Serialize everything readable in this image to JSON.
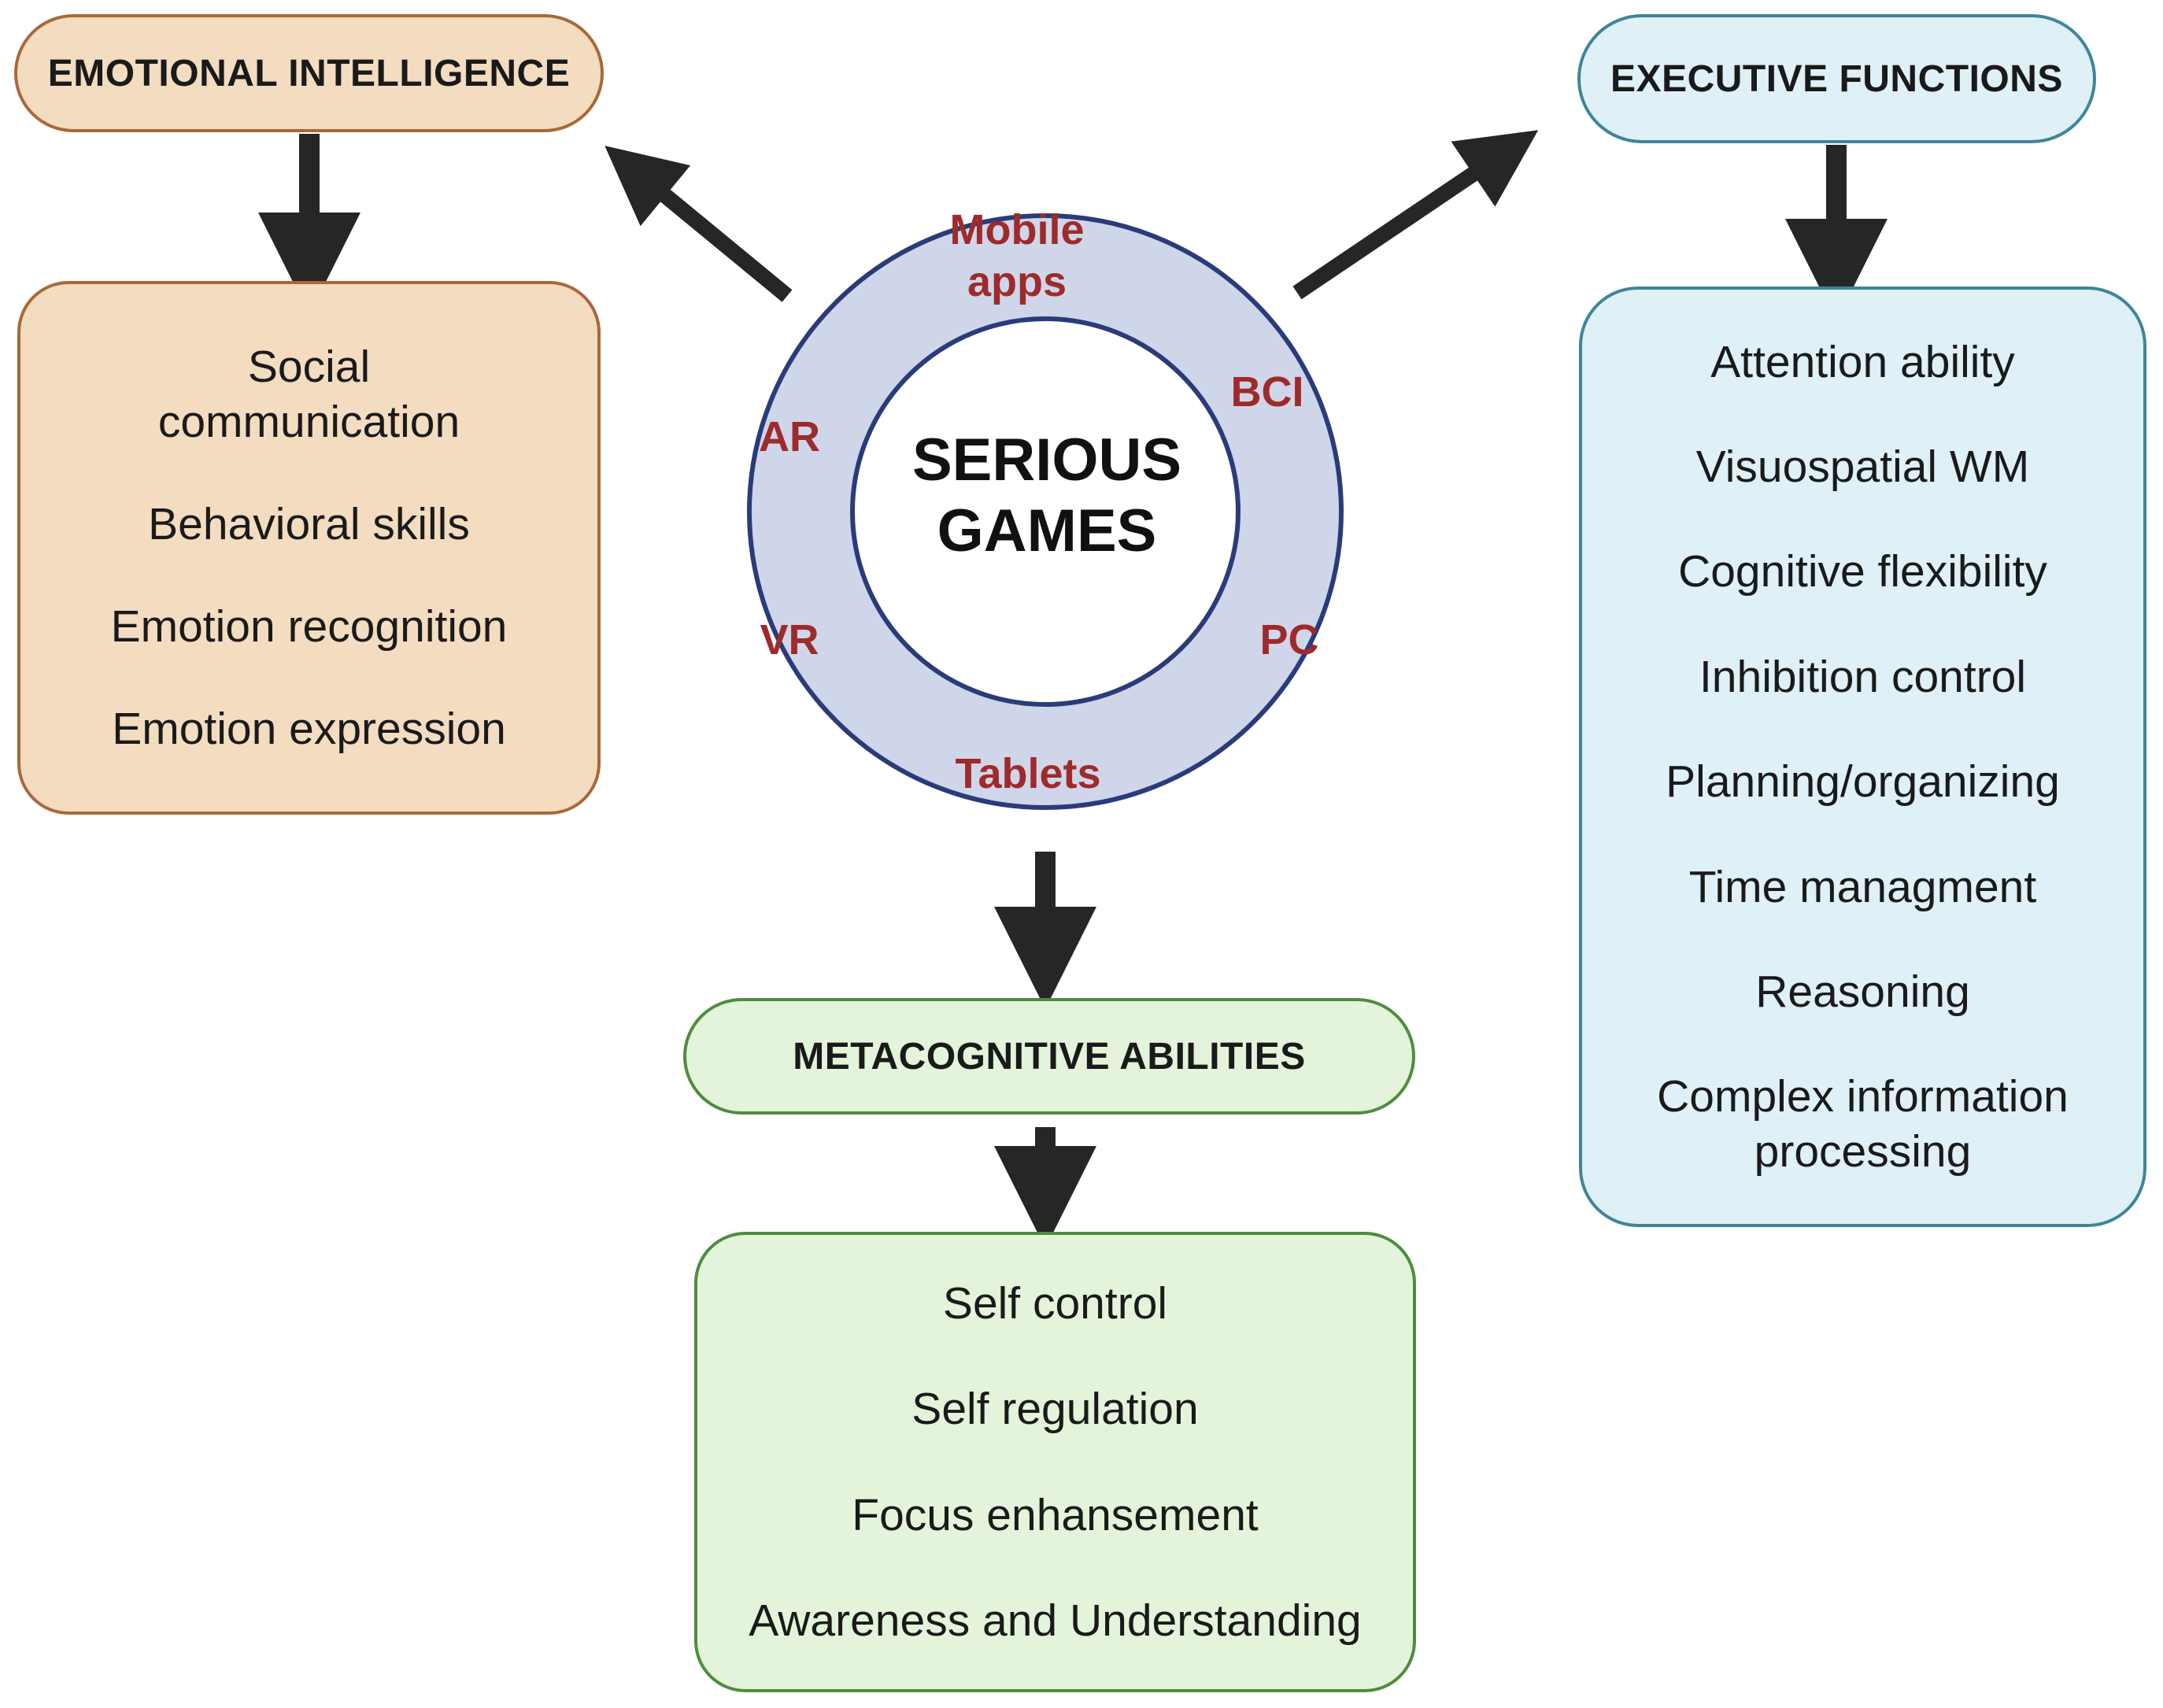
{
  "center": {
    "title": "SERIOUS\nGAMES",
    "platforms": {
      "mobile": "Mobile\napps",
      "bci": "BCI",
      "ar": "AR",
      "vr": "VR",
      "pc": "PC",
      "tablets": "Tablets"
    }
  },
  "emotional": {
    "header": "EMOTIONAL INTELLIGENCE",
    "items": [
      "Social\ncommunication",
      "Behavioral skills",
      "Emotion recognition",
      "Emotion expression"
    ]
  },
  "executive": {
    "header": "EXECUTIVE FUNCTIONS",
    "items": [
      "Attention ability",
      "Visuospatial WM",
      "Cognitive flexibility",
      "Inhibition control",
      "Planning/organizing",
      "Time managment",
      "Reasoning",
      "Complex information\nprocessing"
    ]
  },
  "metacognitive": {
    "header": "METACOGNITIVE ABILITIES",
    "items": [
      "Self control",
      "Self regulation",
      "Focus enhansement",
      "Awareness and Understanding"
    ]
  },
  "colors": {
    "emotional_fill": "#f3dcc0",
    "emotional_border": "#a8693a",
    "executive_fill": "#dff0f6",
    "executive_border": "#3f8599",
    "metacognitive_fill": "#e3f4da",
    "metacognitive_border": "#4f8c3f",
    "ring_fill": "#cfd6e9",
    "ring_border": "#2b3b7a",
    "platform_text": "#9e2b2b",
    "arrow": "#262626"
  }
}
